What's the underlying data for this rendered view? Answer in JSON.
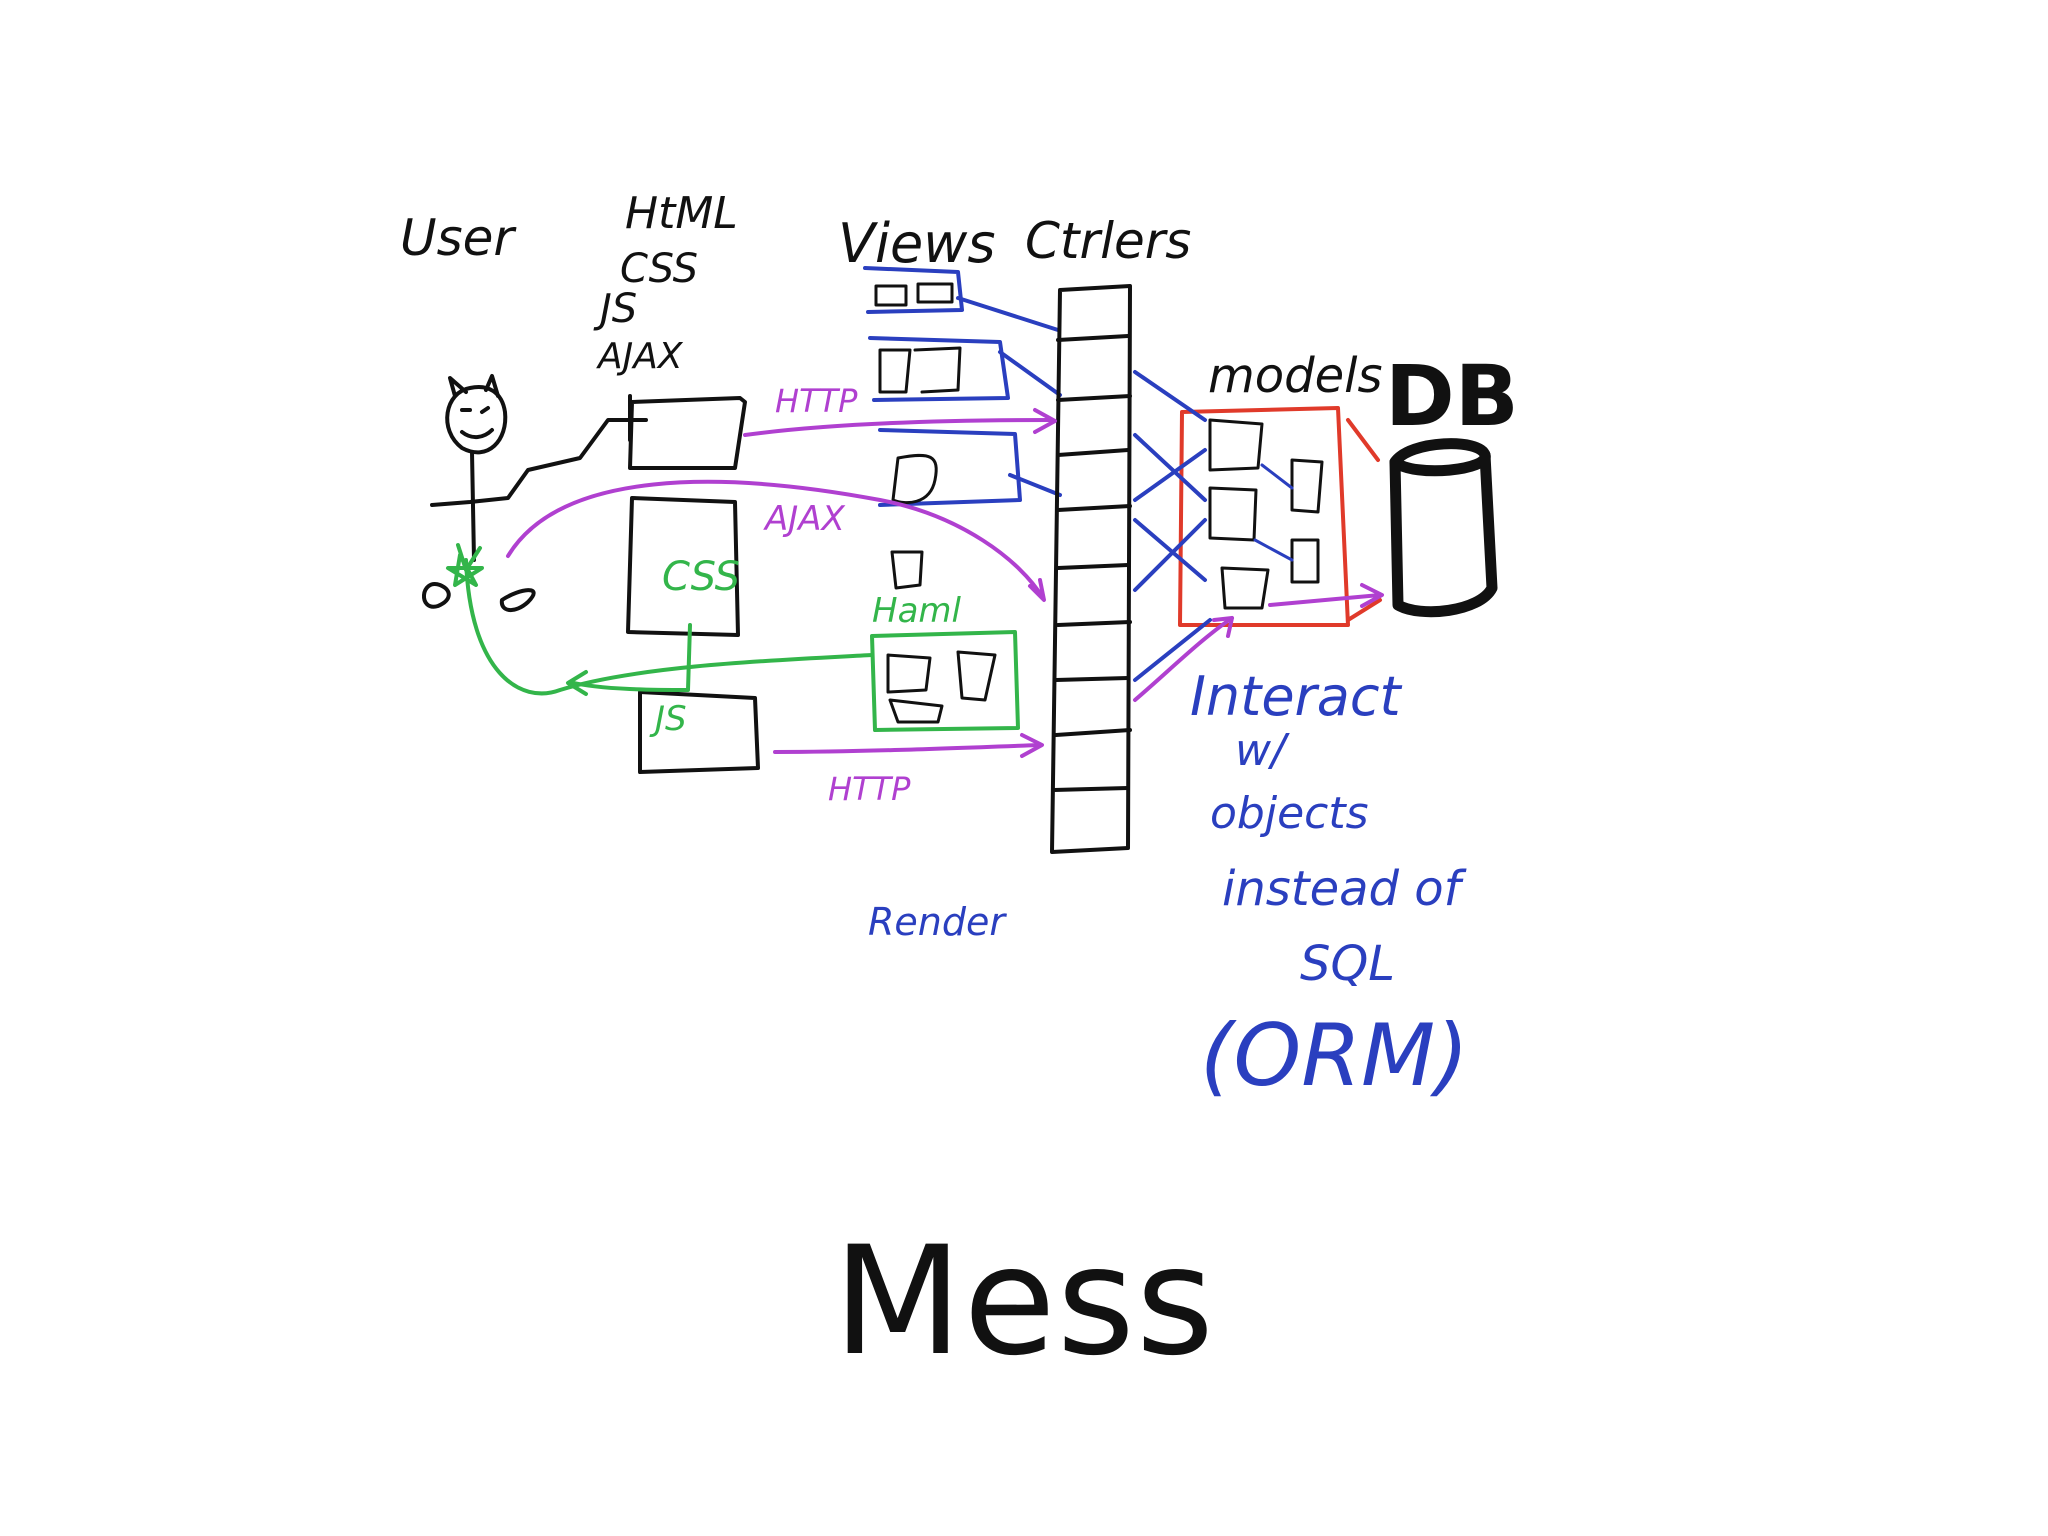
{
  "slide": {
    "title": "Mess"
  },
  "diagram": {
    "labels": {
      "user": "User",
      "html": "HtML",
      "css": "CSS",
      "js": "JS",
      "ajax": "AJAX",
      "views": "Views",
      "ctrlers": "Ctrlers",
      "models": "models",
      "db": "DB",
      "http_top": "HTTP",
      "ajax_arrow": "AJAX",
      "css_box": "CSS",
      "js_box": "JS",
      "haml": "Haml",
      "http_bottom": "HTTP",
      "render": "Render",
      "orm_line1": "Interact",
      "orm_line2": "w/",
      "orm_line3": "objects",
      "orm_line4": "instead of",
      "orm_line5": "SQL",
      "orm_line6": "(ORM)"
    },
    "colors": {
      "black": "#111111",
      "purple": "#b040d0",
      "blue": "#2a3fbf",
      "green": "#33b54a",
      "red": "#e03a2a"
    }
  }
}
